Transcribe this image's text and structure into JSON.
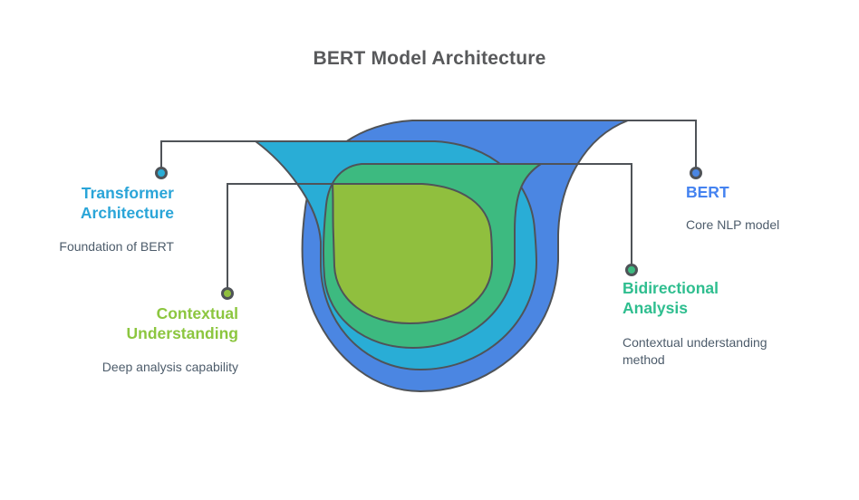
{
  "title": {
    "text": "BERT Model Architecture",
    "color": "#58595B"
  },
  "diagram": {
    "outline": "#4F5358",
    "layers": [
      {
        "name": "BERT",
        "fill": "#4B86E2"
      },
      {
        "name": "Transformer Architecture",
        "fill": "#29ADD6"
      },
      {
        "name": "Bidirectional Analysis",
        "fill": "#3DBA80"
      },
      {
        "name": "Contextual Understanding",
        "fill": "#90BF3E"
      }
    ]
  },
  "subtitle_color": "#4D5C6B",
  "labels": [
    {
      "heading": "Transformer Architecture",
      "subtitle": "Foundation of BERT",
      "color": "#2AA5D8"
    },
    {
      "heading": "Contextual Understanding",
      "subtitle": "Deep analysis capability",
      "color": "#8CC63F"
    },
    {
      "heading": "BERT",
      "subtitle": "Core NLP model",
      "color": "#4583F0"
    },
    {
      "heading": "Bidirectional Analysis",
      "subtitle": "Contextual understanding method",
      "color": "#2FBE8F"
    }
  ]
}
